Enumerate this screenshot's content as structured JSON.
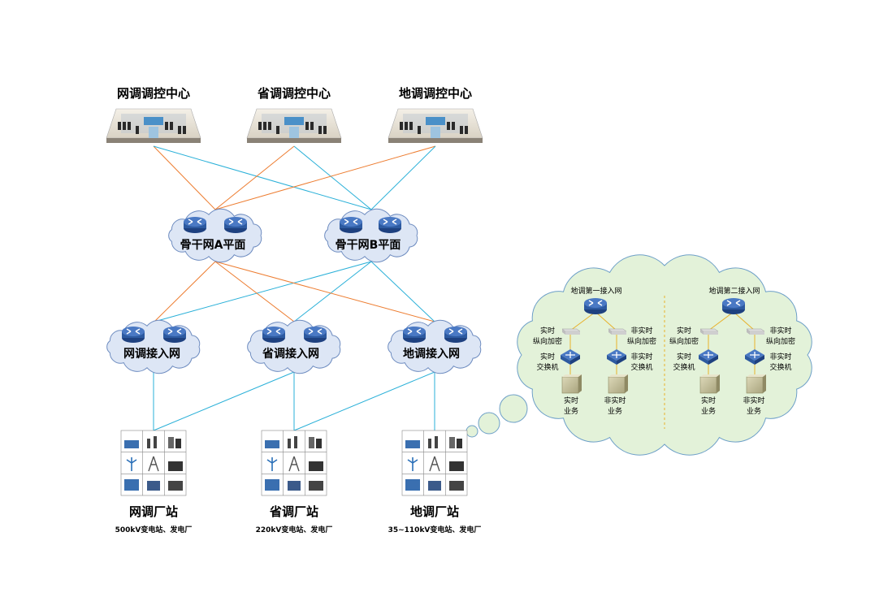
{
  "colors": {
    "orange_link": "#ed7d31",
    "blue_link": "#2ab0d8",
    "cloud_fill": "#dde6f5",
    "cloud_stroke": "#6e8cc0",
    "big_cloud_fill": "#e3f2d9",
    "big_cloud_stroke": "#6ea0c8",
    "router": "#2d5aa0",
    "divider": "#e8b12a"
  },
  "control_centers": [
    {
      "label": "网调调控中心"
    },
    {
      "label": "省调调控中心"
    },
    {
      "label": "地调调控中心"
    }
  ],
  "backbone": [
    {
      "label": "骨干网A平面"
    },
    {
      "label": "骨干网B平面"
    }
  ],
  "access_networks": [
    {
      "label": "网调接入网"
    },
    {
      "label": "省调接入网"
    },
    {
      "label": "地调接入网"
    }
  ],
  "stations": [
    {
      "label": "网调厂站",
      "sub": "500kV变电站、发电厂"
    },
    {
      "label": "省调厂站",
      "sub": "220kV变电站、发电厂"
    },
    {
      "label": "地调厂站",
      "sub": "35~110kV变电站、发电厂"
    }
  ],
  "detail": {
    "left_title": "地调第一接入网",
    "right_title": "地调第二接入网",
    "rt_encrypt": [
      "实时",
      "纵向加密"
    ],
    "nrt_encrypt": [
      "非实时",
      "纵向加密"
    ],
    "rt_switch": [
      "实时",
      "交换机"
    ],
    "nrt_switch": [
      "非实时",
      "交换机"
    ],
    "rt_service": [
      "实时",
      "业务"
    ],
    "nrt_service": [
      "非实时",
      "业务"
    ]
  }
}
